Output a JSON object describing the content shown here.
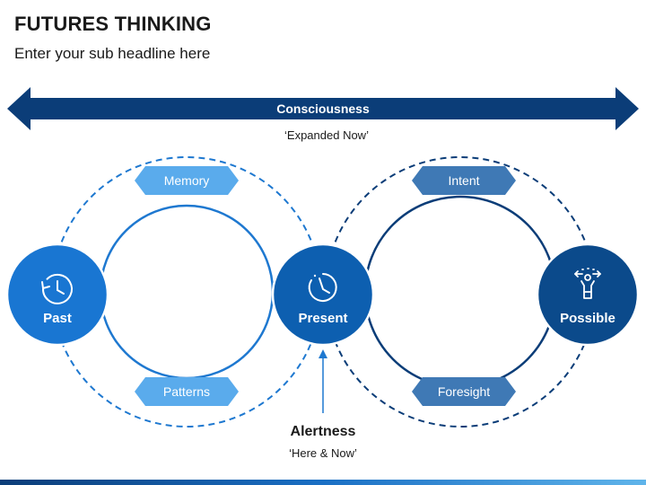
{
  "header": {
    "title": "FUTURES THINKING",
    "subtitle": "Enter your sub headline here"
  },
  "arrow": {
    "label": "Consciousness",
    "caption": "‘Expanded Now’"
  },
  "nodes": {
    "past": {
      "label": "Past",
      "icon": "history-clock-icon",
      "color": "#1976d2"
    },
    "present": {
      "label": "Present",
      "icon": "clock-icon",
      "color": "#0d5fb0"
    },
    "possible": {
      "label": "Possible",
      "icon": "person-arrows-icon",
      "color": "#0b4a8b"
    }
  },
  "tags": {
    "memory": "Memory",
    "patterns": "Patterns",
    "intent": "Intent",
    "foresight": "Foresight"
  },
  "alertness": {
    "label": "Alertness",
    "caption": "‘Here & Now’"
  },
  "colors": {
    "navy": "#0b3d78",
    "light_tag": "#5aabec",
    "dark_tag": "#3f79b5"
  }
}
